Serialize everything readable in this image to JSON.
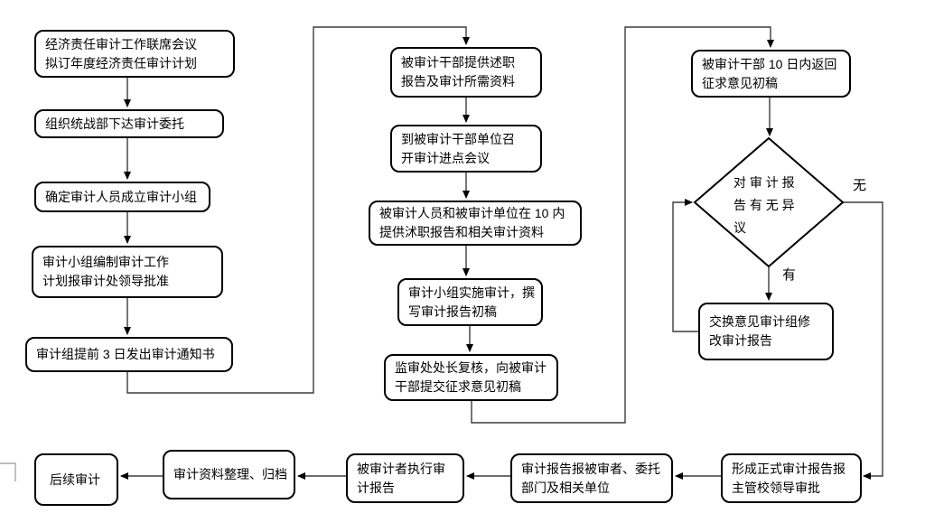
{
  "colors": {
    "background": "#ffffff",
    "box_border": "#000000",
    "line": "#3c3c3c",
    "stub_line": "#a8a8a8",
    "text": "#000000"
  },
  "nodes": {
    "l1": {
      "lines": [
        "经济责任审计工作联席会议",
        "拟订年度经济责任审计计划"
      ]
    },
    "l2": {
      "lines": [
        "组织统战部下达审计委托"
      ]
    },
    "l3": {
      "lines": [
        "确定审计人员成立审计小组"
      ]
    },
    "l4": {
      "lines": [
        "审计小组编制审计工作",
        "计划报审计处领导批准"
      ]
    },
    "l5": {
      "lines": [
        "审计组提前 3 日发出审计通知书"
      ]
    },
    "m1": {
      "lines": [
        "被审计干部提供述职",
        "报告及审计所需资料"
      ]
    },
    "m2": {
      "lines": [
        "到被审计干部单位召",
        "开审计进点会议"
      ]
    },
    "m3": {
      "lines": [
        "被审计人员和被审计单位在 10 内",
        "提供沭职报告和相关审计资料"
      ]
    },
    "m4": {
      "lines": [
        "审计小组实施审计，撰",
        "写审计报告初稿"
      ]
    },
    "m5": {
      "lines": [
        "监审处处长复核，向被审计",
        "干部提交征求意见初稿"
      ]
    },
    "r1": {
      "lines": [
        "被审计干部 10 日内返回",
        "征求意见初稿"
      ]
    },
    "decision": {
      "lines": [
        "对 审 计 报",
        "告 有 无 异",
        "议"
      ]
    },
    "r2": {
      "lines": [
        "交换意见审计组修",
        "改审计报告"
      ]
    },
    "r3": {
      "lines": [
        "形成正式审计报告报",
        "主管校领导审批"
      ]
    },
    "b4": {
      "lines": [
        "审计报告报被审者、委托",
        "部门及相关单位"
      ]
    },
    "b3": {
      "lines": [
        "被审计者执行审",
        "计报告"
      ]
    },
    "b2": {
      "lines": [
        "审计资料整理、归档"
      ]
    },
    "b1": {
      "lines": [
        "后续审计"
      ]
    }
  },
  "branch_labels": {
    "no": "无",
    "yes": "有"
  }
}
